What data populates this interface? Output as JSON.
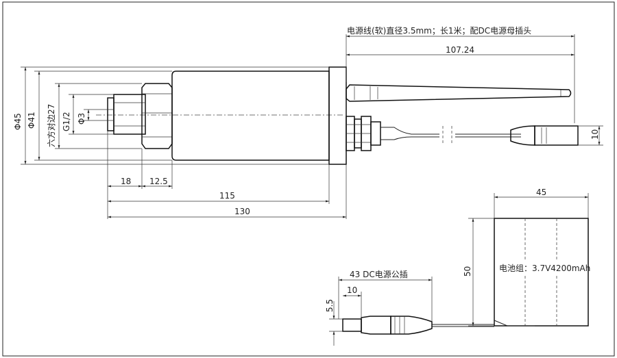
{
  "annotations": {
    "cable_note": "电源线(软)直径3.5mm；长1米；配DC电源母插头",
    "length_antenna": "107.24",
    "dia_outer": "Φ45",
    "dia_inner": "Φ41",
    "hex_size": "六方对边27",
    "thread": "G1/2",
    "hole": "Φ3",
    "cable_dia": "10",
    "dim_18": "18",
    "dim_12_5": "12.5",
    "dim_115": "115",
    "dim_130": "130",
    "battery_width": "45",
    "battery_height": "50",
    "battery_label": "电池组：3.7V4200mAh",
    "plug_label": "43 DC电源公插",
    "plug_10": "10",
    "plug_5_5": "5.5"
  }
}
